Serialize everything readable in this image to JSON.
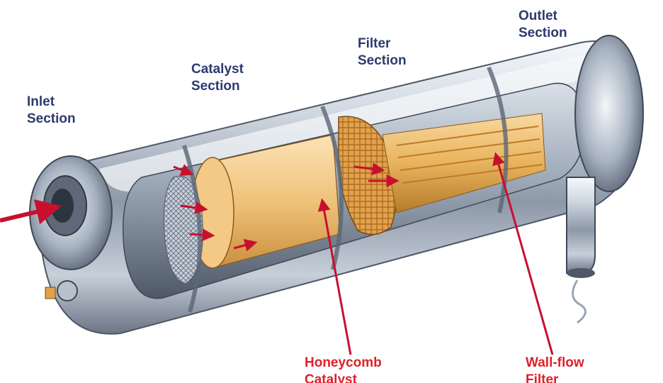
{
  "labels": {
    "inlet": [
      "Inlet",
      "Section"
    ],
    "catalyst": [
      "Catalyst",
      "Section"
    ],
    "filter": [
      "Filter",
      "Section"
    ],
    "outlet": [
      "Outlet",
      "Section"
    ],
    "honeycomb": [
      "Honeycomb",
      "Catalyst"
    ],
    "wallflow": [
      "Wall-flow",
      "Filter"
    ]
  },
  "colors": {
    "section_text": "#2d3a6e",
    "part_text": "#e0202a",
    "arrow": "#c8102e",
    "metal_light": "#eef2f6",
    "metal_mid": "#a9b4c2",
    "metal_dark": "#5b6676",
    "catalyst_core": "#f0c27a",
    "filter_core": "#e8b35e"
  }
}
